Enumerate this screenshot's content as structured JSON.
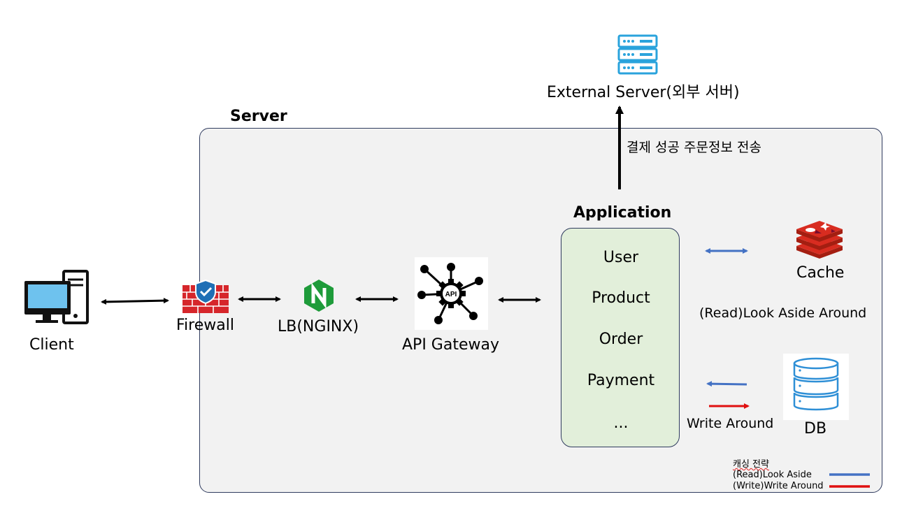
{
  "server": {
    "title": "Server"
  },
  "external": {
    "label": "External Server(외부 서버)",
    "arrow_label": "결제 성공 주문정보 전송"
  },
  "client": {
    "label": "Client"
  },
  "firewall": {
    "label": "Firewall"
  },
  "lb": {
    "label": "LB(NGINX)"
  },
  "gateway": {
    "label": "API Gateway",
    "icon_text": "API"
  },
  "application": {
    "title": "Application",
    "items": [
      "User",
      "Product",
      "Order",
      "Payment",
      "..."
    ]
  },
  "cache": {
    "label": "Cache",
    "strategy": "(Read)Look Aside Around"
  },
  "db": {
    "label": "DB",
    "strategy": "Write Around"
  },
  "legend": {
    "title": "캐싱 전략",
    "items": [
      {
        "label": "(Read)Look Aside",
        "color": "#4472c4"
      },
      {
        "label": "(Write)Write Around",
        "color": "#e01010"
      }
    ]
  },
  "colors": {
    "read": "#4472c4",
    "write": "#e01010",
    "server_bg": "#f2f2f2",
    "app_bg": "#e2efda",
    "nginx": "#1e9b3a",
    "redis": "#d82c20",
    "db_blue": "#2e8fd6"
  }
}
